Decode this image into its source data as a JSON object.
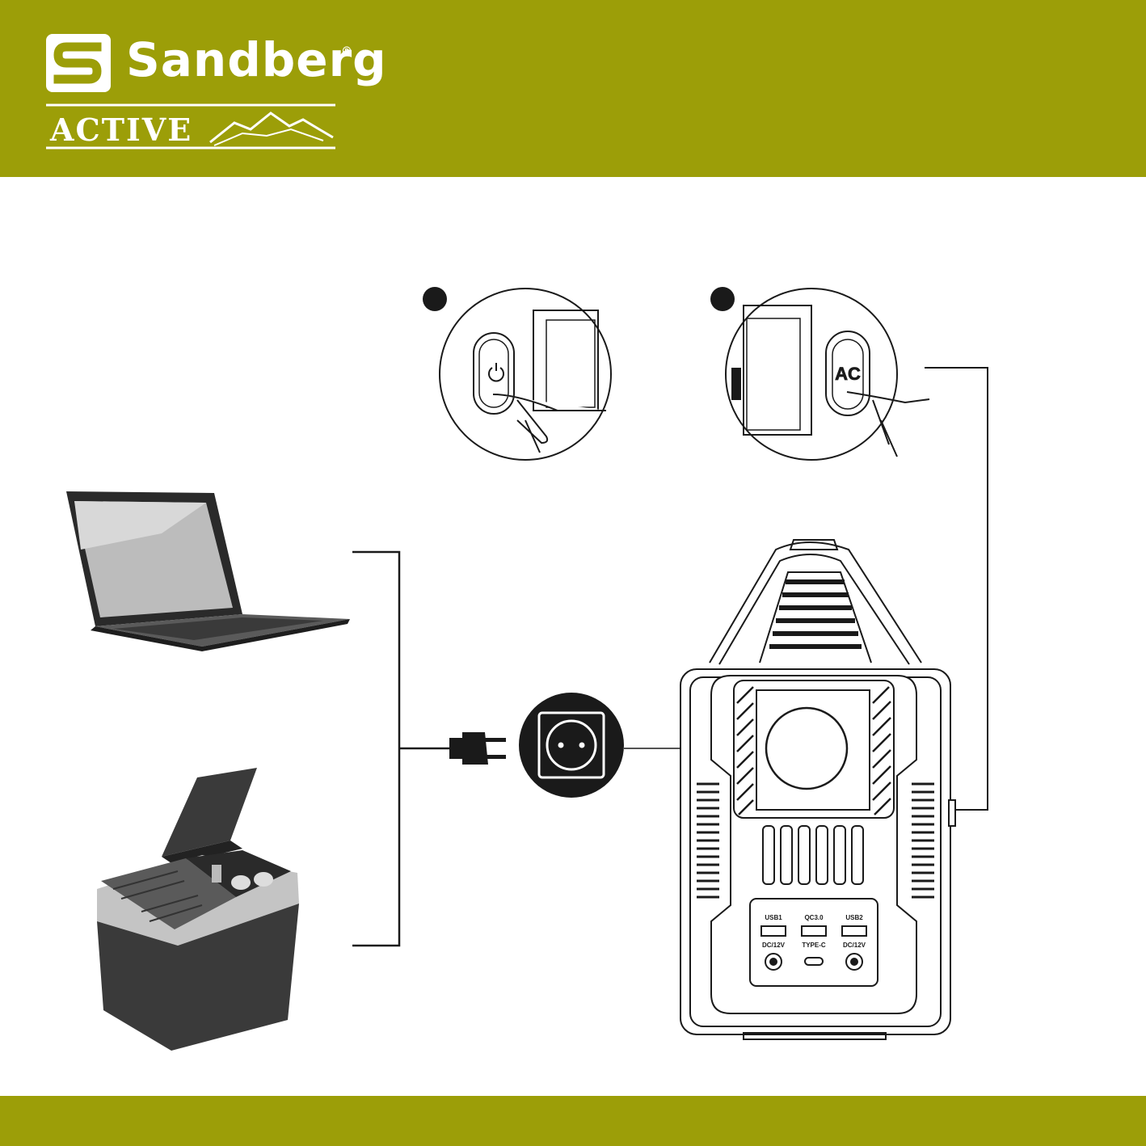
{
  "brand": {
    "name": "Sandberg",
    "registered": "®",
    "sub": "ACTIVE"
  },
  "colors": {
    "band": "#9c9e08",
    "ink": "#1a1a1a",
    "device_fill": "#ffffff",
    "cooler_top": "#c4c4c4",
    "cooler_body": "#3a3a3a"
  },
  "steps": [
    {
      "marker": "step-1-dot",
      "button": "power-icon"
    },
    {
      "marker": "step-2-dot",
      "button_label": "AC"
    }
  ],
  "ports": {
    "usb1": "USB1",
    "qc": "QC3.0",
    "usb2": "USB2",
    "dc_left": "DC/12V",
    "typec": "TYPE-C",
    "dc_right": "DC/12V"
  }
}
